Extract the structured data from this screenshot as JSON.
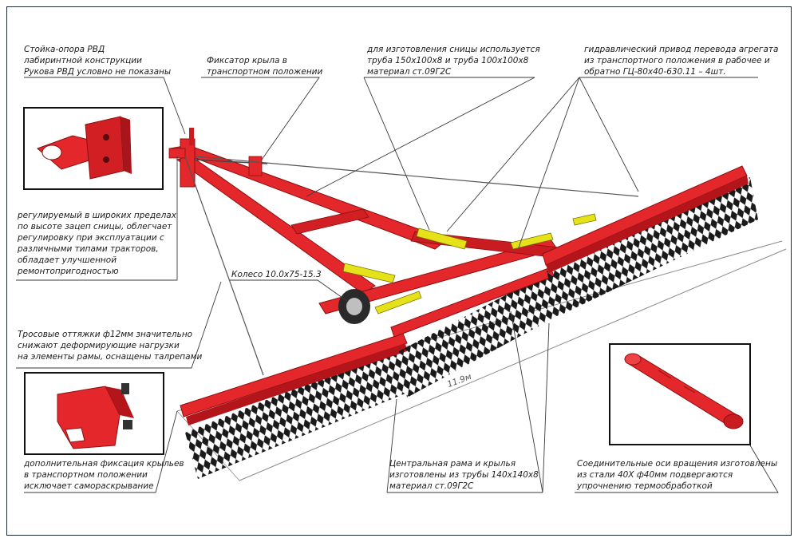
{
  "colors": {
    "frame": "#e3272b",
    "frame_dark": "#b3151a",
    "teeth": "#1a1a1a",
    "cylinder": "#e6e21a",
    "leader": "#333333",
    "dimension": "#7a7a7a"
  },
  "icons": [
    "tow-hitch-part-illustration",
    "wing-lock-part-illustration",
    "pivot-axle-shaft-illustration",
    "harrow-machine-illustration"
  ],
  "callouts": {
    "stand": [
      "Стойка-опора РВД",
      "лабиринтной конструкции",
      "Рукова РВД условно не показаны"
    ],
    "wing_lock": [
      "Фиксатор крыла в",
      "транспортном положении"
    ],
    "drawbar_material": [
      "для изготовления сницы используется",
      "труба 150х100х8 и труба 100х100х8",
      "материал ст.09Г2С"
    ],
    "hydraulics": [
      "гидравлический привод перевода агрегата",
      "из транспортного положения в рабочее и",
      "обратно ГЦ-80х40-630.11 – 4шт."
    ],
    "hitch": [
      "регулируемый в широких пределах",
      "по высоте зацеп сницы, облегчает",
      "регулировку при эксплуатации с",
      "различными типами тракторов,",
      "обладает улучшенной",
      "ремонтопригодностью"
    ],
    "wheel": [
      "Колесо 10.0х75-15.3"
    ],
    "cables": [
      "Тросовые оттяжки ф12мм значительно",
      "снижают деформирующие нагрузки",
      "на элементы рамы, оснащены талрепами"
    ],
    "extra_lock": [
      "дополнительная фиксация крыльев",
      "в транспортном положении",
      "исключает самораскрывание"
    ],
    "central_frame": [
      "Центральная рама и крылья",
      "изготовлены из трубы 140х140х8",
      "материал ст.09Г2С"
    ],
    "axles": [
      "Соединительные оси вращения изготовлены",
      "из стали 40Х ф40мм подвергаются",
      "упрочнению термообработкой"
    ]
  },
  "dimension_label": "11.9м"
}
